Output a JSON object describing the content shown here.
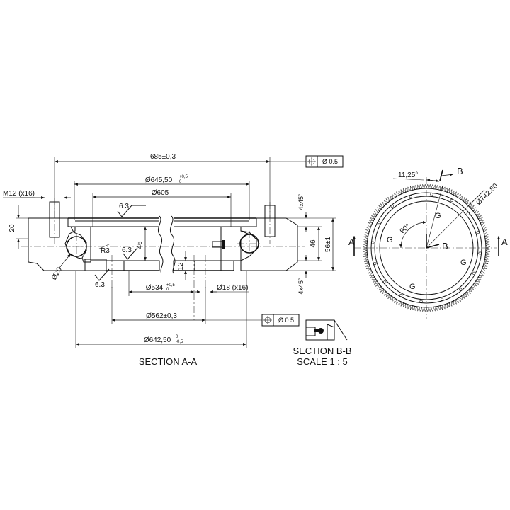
{
  "section_a": {
    "title": "SECTION A-A",
    "dims": {
      "outer_width": "685±0,3",
      "d_645": "Ø645,50",
      "d_645_tol_upper": "+0,5",
      "d_645_tol_lower": "0",
      "d_605": "Ø605",
      "m12": "M12 (x16)",
      "h20": "20",
      "r3": "R3",
      "d20": "Ø20",
      "h46_inner": "46",
      "h46_outer": "46",
      "h56": "56±1",
      "chamfer_top": "4x45°",
      "chamfer_bottom": "4x45°",
      "h12": "12",
      "d534": "Ø534",
      "d534_tol_upper": "+0,5",
      "d534_tol_lower": "0",
      "d18": "Ø18 (x16)",
      "d562": "Ø562±0,3",
      "d642": "Ø642,50",
      "d642_tol_upper": "0",
      "d642_tol_lower": "-0,5",
      "rough_1": "6.3",
      "rough_2": "6.3",
      "rough_3": "6.3"
    },
    "tolerance_frame_top": {
      "symbol": "⌖",
      "value": "Ø 0.5"
    },
    "tolerance_frame_bottom": {
      "symbol": "⌖",
      "value": "Ø 0.5"
    }
  },
  "section_b": {
    "title": "SECTION B-B",
    "scale": "SCALE 1 : 5"
  },
  "gear_view": {
    "angle_label": "11,25°",
    "angle_90": "90°",
    "diameter_label": "Ø742,80",
    "label_b_top": "B",
    "label_b_center": "B",
    "label_a_left": "A",
    "label_a_right": "A",
    "g_labels": [
      "G",
      "G",
      "G",
      "G"
    ]
  }
}
